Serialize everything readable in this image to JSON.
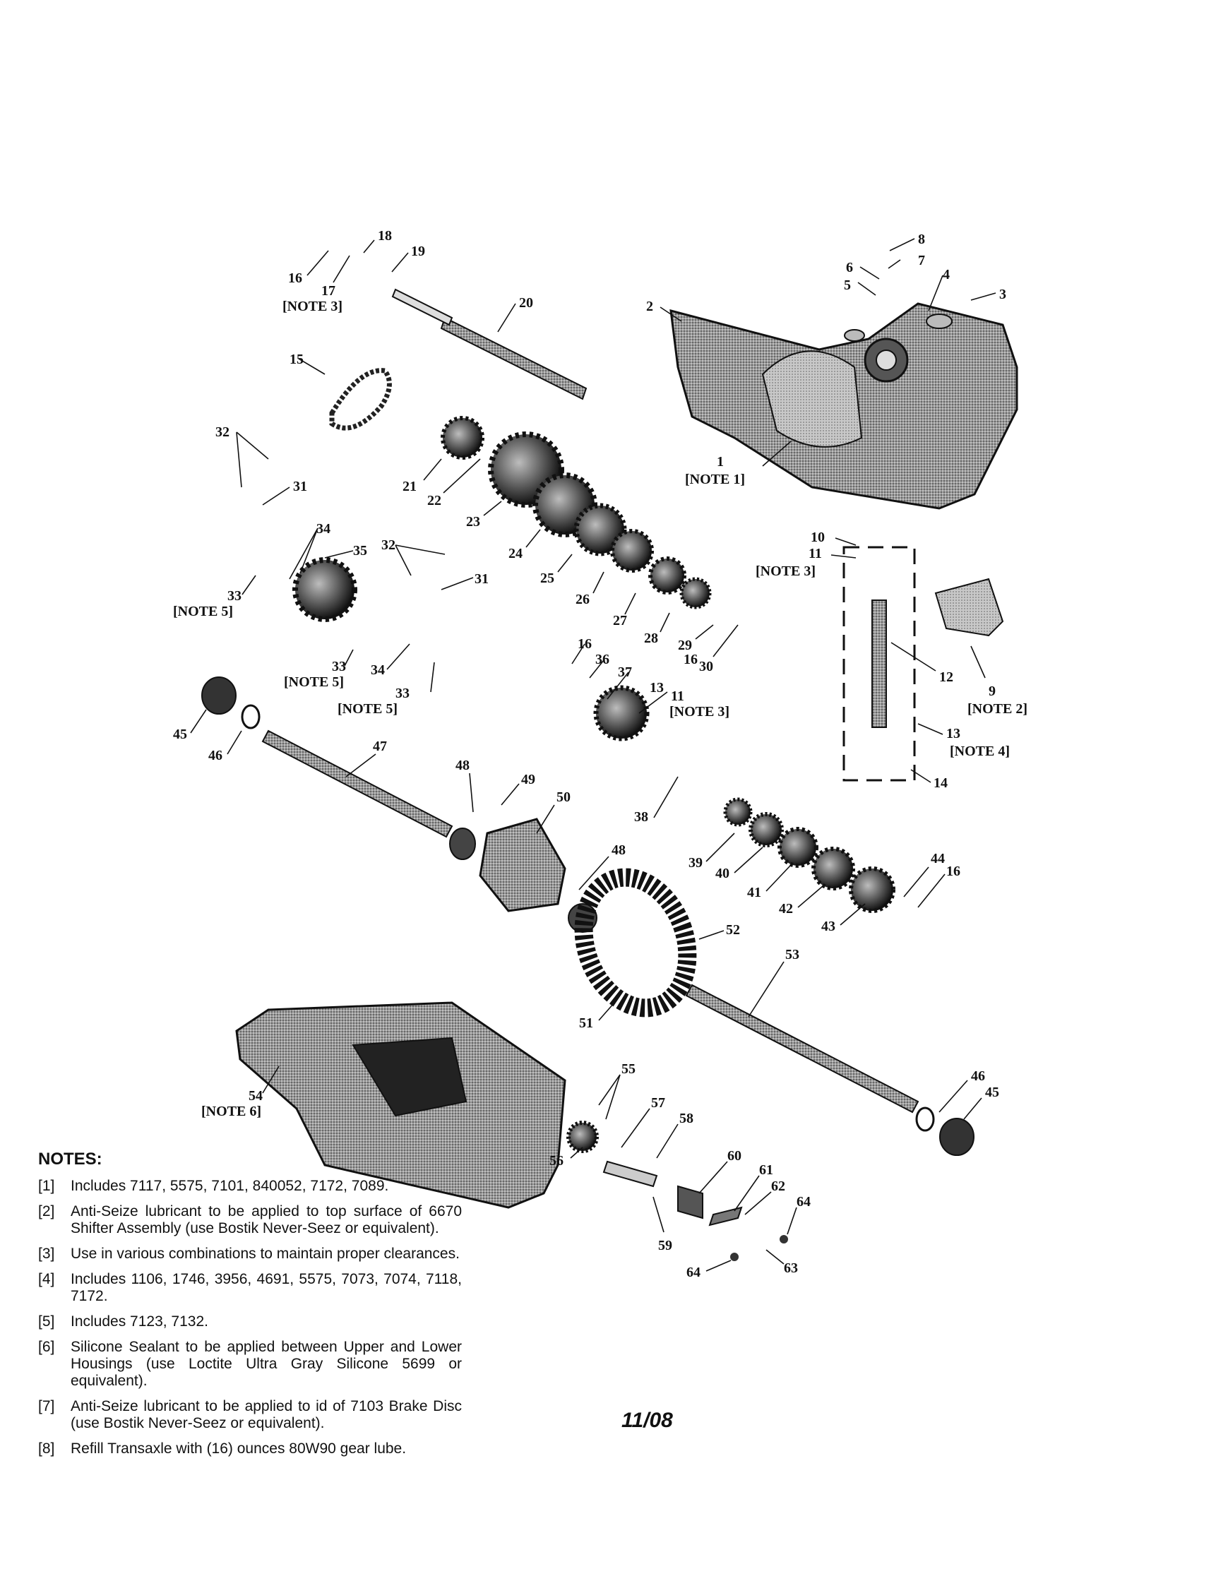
{
  "callouts": [
    {
      "id": "c1",
      "text": "1"
    },
    {
      "id": "c1n",
      "text": "[NOTE 1]"
    },
    {
      "id": "c2",
      "text": "2"
    },
    {
      "id": "c3",
      "text": "3"
    },
    {
      "id": "c4",
      "text": "4"
    },
    {
      "id": "c5",
      "text": "5"
    },
    {
      "id": "c6",
      "text": "6"
    },
    {
      "id": "c7",
      "text": "7"
    },
    {
      "id": "c8",
      "text": "8"
    },
    {
      "id": "c9",
      "text": "9"
    },
    {
      "id": "c9n",
      "text": "[NOTE 2]"
    },
    {
      "id": "c10",
      "text": "10"
    },
    {
      "id": "c11a",
      "text": "11"
    },
    {
      "id": "c11an",
      "text": "[NOTE 3]"
    },
    {
      "id": "c12",
      "text": "12"
    },
    {
      "id": "c13a",
      "text": "13"
    },
    {
      "id": "c13an",
      "text": "[NOTE 4]"
    },
    {
      "id": "c14",
      "text": "14"
    },
    {
      "id": "c15",
      "text": "15"
    },
    {
      "id": "c16a",
      "text": "16"
    },
    {
      "id": "c17",
      "text": "17"
    },
    {
      "id": "c17n",
      "text": "[NOTE 3]"
    },
    {
      "id": "c18",
      "text": "18"
    },
    {
      "id": "c19",
      "text": "19"
    },
    {
      "id": "c20",
      "text": "20"
    },
    {
      "id": "c21",
      "text": "21"
    },
    {
      "id": "c22",
      "text": "22"
    },
    {
      "id": "c23",
      "text": "23"
    },
    {
      "id": "c24",
      "text": "24"
    },
    {
      "id": "c25",
      "text": "25"
    },
    {
      "id": "c26",
      "text": "26"
    },
    {
      "id": "c27",
      "text": "27"
    },
    {
      "id": "c28",
      "text": "28"
    },
    {
      "id": "c29",
      "text": "29"
    },
    {
      "id": "c16b",
      "text": "16"
    },
    {
      "id": "c30",
      "text": "30"
    },
    {
      "id": "c32a",
      "text": "32"
    },
    {
      "id": "c31a",
      "text": "31"
    },
    {
      "id": "c34a",
      "text": "34"
    },
    {
      "id": "c35",
      "text": "35"
    },
    {
      "id": "c33a",
      "text": "33"
    },
    {
      "id": "c33an",
      "text": "[NOTE 5]"
    },
    {
      "id": "c32b",
      "text": "32"
    },
    {
      "id": "c31b",
      "text": "31"
    },
    {
      "id": "c33b",
      "text": "33"
    },
    {
      "id": "c33bn",
      "text": "[NOTE 5]"
    },
    {
      "id": "c34b",
      "text": "34"
    },
    {
      "id": "c33c",
      "text": "33"
    },
    {
      "id": "c33cn",
      "text": "[NOTE 5]"
    },
    {
      "id": "c16c",
      "text": "16"
    },
    {
      "id": "c36",
      "text": "36"
    },
    {
      "id": "c37",
      "text": "37"
    },
    {
      "id": "c13b",
      "text": "13"
    },
    {
      "id": "c11b",
      "text": "11"
    },
    {
      "id": "c11bn",
      "text": "[NOTE 3]"
    },
    {
      "id": "c45a",
      "text": "45"
    },
    {
      "id": "c46a",
      "text": "46"
    },
    {
      "id": "c47",
      "text": "47"
    },
    {
      "id": "c48a",
      "text": "48"
    },
    {
      "id": "c49",
      "text": "49"
    },
    {
      "id": "c50",
      "text": "50"
    },
    {
      "id": "c48b",
      "text": "48"
    },
    {
      "id": "c38",
      "text": "38"
    },
    {
      "id": "c39",
      "text": "39"
    },
    {
      "id": "c40",
      "text": "40"
    },
    {
      "id": "c41",
      "text": "41"
    },
    {
      "id": "c42",
      "text": "42"
    },
    {
      "id": "c43",
      "text": "43"
    },
    {
      "id": "c44",
      "text": "44"
    },
    {
      "id": "c16d",
      "text": "16"
    },
    {
      "id": "c52",
      "text": "52"
    },
    {
      "id": "c53",
      "text": "53"
    },
    {
      "id": "c51",
      "text": "51"
    },
    {
      "id": "c54",
      "text": "54"
    },
    {
      "id": "c54n",
      "text": "[NOTE 6]"
    },
    {
      "id": "c46b",
      "text": "46"
    },
    {
      "id": "c45b",
      "text": "45"
    },
    {
      "id": "c55",
      "text": "55"
    },
    {
      "id": "c57",
      "text": "57"
    },
    {
      "id": "c58",
      "text": "58"
    },
    {
      "id": "c56",
      "text": "56"
    },
    {
      "id": "c60",
      "text": "60"
    },
    {
      "id": "c61",
      "text": "61"
    },
    {
      "id": "c62",
      "text": "62"
    },
    {
      "id": "c64a",
      "text": "64"
    },
    {
      "id": "c59",
      "text": "59"
    },
    {
      "id": "c64b",
      "text": "64"
    },
    {
      "id": "c63",
      "text": "63"
    }
  ],
  "notes": {
    "title": "NOTES:",
    "items": [
      {
        "num": "[1]",
        "text": "Includes 7117, 5575, 7101, 840052, 7172, 7089."
      },
      {
        "num": "[2]",
        "text": "Anti-Seize lubricant to be applied to top surface of 6670 Shifter Assembly (use Bostik Never-Seez or equivalent)."
      },
      {
        "num": "[3]",
        "text": "Use in various combinations to maintain proper clearances."
      },
      {
        "num": "[4]",
        "text": "Includes 1106, 1746, 3956, 4691, 5575, 7073, 7074, 7118, 7172."
      },
      {
        "num": "[5]",
        "text": "Includes 7123, 7132."
      },
      {
        "num": "[6]",
        "text": "Silicone Sealant to be applied between Upper and Lower Housings (use Loctite Ultra Gray Silicone 5699 or equivalent)."
      },
      {
        "num": "[7]",
        "text": "Anti-Seize lubricant to be applied to id of 7103 Brake Disc (use Bostik Never-Seez or equivalent)."
      },
      {
        "num": "[8]",
        "text": "Refill Transaxle with (16) ounces 80W90 gear lube."
      }
    ]
  },
  "date": "11/08"
}
